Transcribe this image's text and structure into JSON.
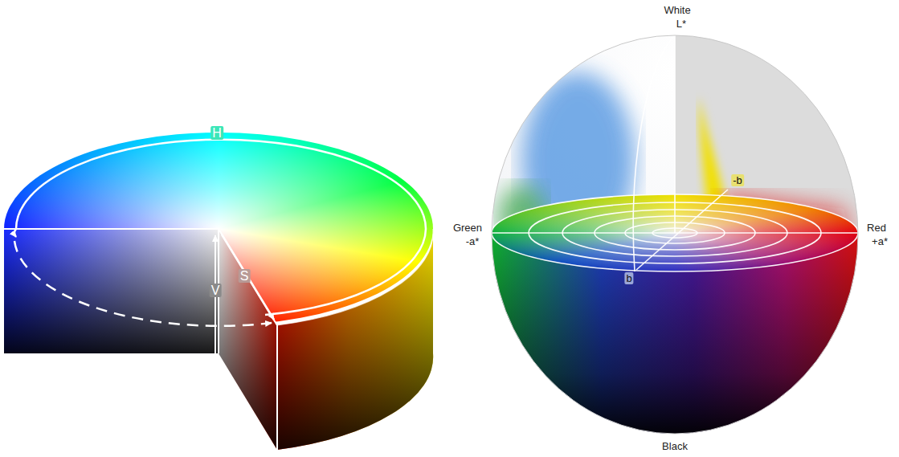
{
  "diagram": {
    "labels": [
      "H",
      "V",
      "S",
      "White",
      "L*",
      "-b",
      "Green",
      "-a*",
      "Red",
      "+a*",
      "b",
      "Black"
    ]
  }
}
